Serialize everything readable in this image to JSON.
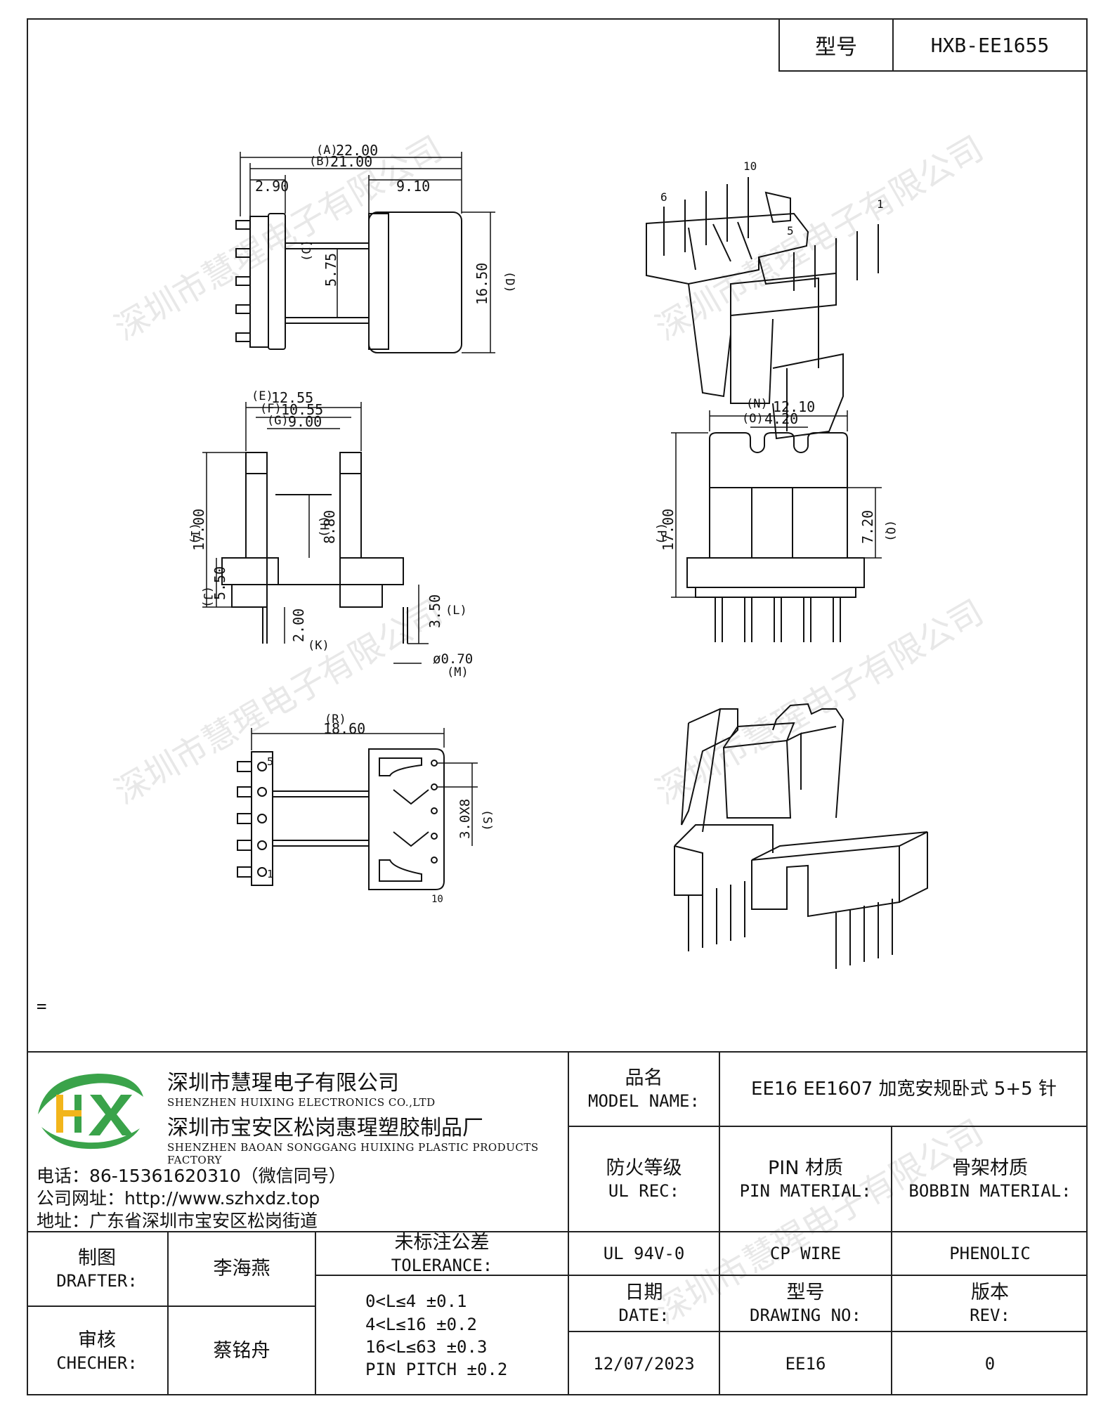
{
  "header": {
    "model_label": "型号",
    "model_value": "HXB-EE1655"
  },
  "watermark": "深圳市慧瑆电子有限公司",
  "drawing": {
    "top_view": {
      "A": "(A)",
      "A_val": "22.00",
      "B": "(B)",
      "B_val": "21.00",
      "left_dim": "2.90",
      "right_dim": "9.10",
      "C": "(C)",
      "C_val": "5.75",
      "D": "(D)",
      "D_val": "16.50"
    },
    "front_view": {
      "E": "(E)",
      "E_val": "12.55",
      "F": "(F)",
      "F_val": "10.55",
      "G": "(G)",
      "G_val": "9.00",
      "I": "(I)",
      "I_val": "17.00",
      "H": "(H)",
      "H_val": "8.80",
      "J": "(J)",
      "J_val": "5.50",
      "K": "(K)",
      "K_val": "2.00",
      "L": "(L)",
      "L_val": "3.50",
      "M": "(M)",
      "M_val": "ø0.70"
    },
    "side_view": {
      "N": "(N)",
      "N_val": "12.10",
      "O": "(O)",
      "O_val": "4.20",
      "P": "(P)",
      "P_val": "17.00",
      "Q": "(Q)",
      "Q_val": "7.20"
    },
    "bottom_view": {
      "R": "(R)",
      "R_val": "18.60",
      "S": "(S)",
      "S_val": "3.0X8",
      "pin_5": "5",
      "pin_1": "1",
      "pin_10": "10"
    },
    "iso_pins": {
      "p10": "10",
      "p6": "6",
      "p1": "1",
      "p5": "5"
    }
  },
  "stray_mark": "=",
  "company": {
    "name": "深圳市慧瑆电子有限公司",
    "name_en": "SHENZHEN HUIXING ELECTRONICS CO.,LTD",
    "factory": "深圳市宝安区松岗惠瑆塑胶制品厂",
    "factory_en": "SHENZHEN BAOAN SONGGANG HUIXING PLASTIC PRODUCTS FACTORY",
    "phone": "电话：86-15361620310（微信同号）",
    "website": "公司网址：http://www.szhxdz.top",
    "address": "地址：广东省深圳市宝安区松岗街道",
    "logo_text": "HX",
    "colors": {
      "logo_green": "#3aa34a",
      "logo_yellow": "#f2b51b",
      "logo_blue": "#1e5fa8"
    }
  },
  "title_block": {
    "model_name_cn": "品名",
    "model_name_en": "MODEL NAME:",
    "model_name_value": "EE16 EE1607 加宽安规卧式 5+5 针",
    "ul_cn": "防火等级",
    "ul_en": "UL REC:",
    "pin_cn": "PIN 材质",
    "pin_en": "PIN MATERIAL:",
    "bobbin_cn": "骨架材质",
    "bobbin_en": "BOBBIN MATERIAL:",
    "ul_value": "UL 94V-0",
    "pin_value": "CP WIRE",
    "bobbin_value": "PHENOLIC",
    "drafter_cn": "制图",
    "drafter_en": "DRAFTER:",
    "drafter_name": "李海燕",
    "checker_cn": "审核",
    "checker_en": "CHECHER:",
    "checker_name": "蔡铭舟",
    "tolerance_cn": "未标注公差",
    "tolerance_en": "TOLERANCE:",
    "tolerances": [
      "0<L≤4  ±0.1",
      "4<L≤16 ±0.2",
      "16<L≤63 ±0.3",
      "PIN PITCH ±0.2"
    ],
    "date_cn": "日期",
    "date_en": "DATE:",
    "date_value": "12/07/2023",
    "drawing_cn": "型号",
    "drawing_en": "DRAWING NO:",
    "drawing_value": "EE16",
    "rev_cn": "版本",
    "rev_en": "REV:",
    "rev_value": "0"
  }
}
